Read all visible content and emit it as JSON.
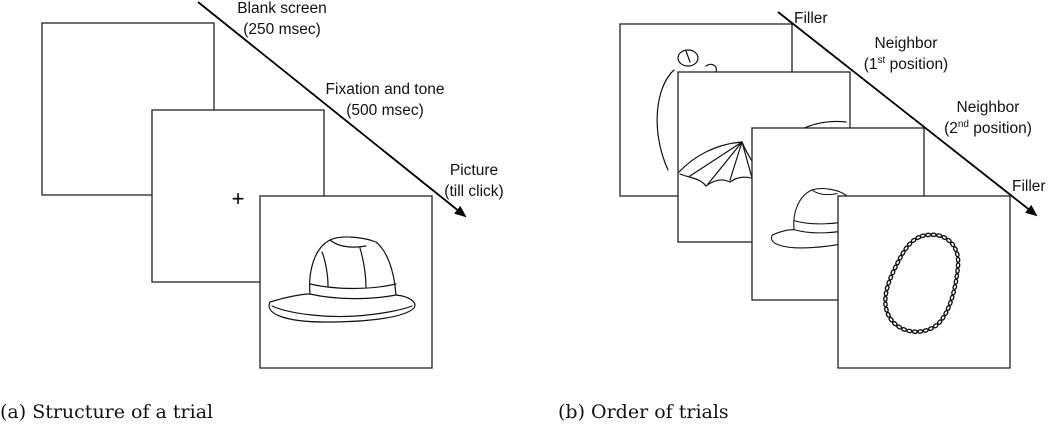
{
  "panel_a": {
    "caption": "(a) Structure of a trial",
    "screens": [
      {
        "name": "Blank screen",
        "duration": "(250 msec)"
      },
      {
        "name": "Fixation and tone",
        "duration": "(500 msec)",
        "symbol": "+"
      },
      {
        "name": "Picture",
        "duration": "(till click)",
        "picture": "hat"
      }
    ]
  },
  "panel_b": {
    "caption": "(b) Order of trials",
    "trials": [
      {
        "label": "Filler",
        "picture": "kettle"
      },
      {
        "label_main": "Neighbor",
        "label_open": "(1",
        "label_sup": "st",
        "label_close": " position)",
        "picture": "bat"
      },
      {
        "label_main": "Neighbor",
        "label_open": "(2",
        "label_sup": "nd",
        "label_close": " position)",
        "picture": "hat"
      },
      {
        "label": "Filler",
        "picture": "necklace"
      }
    ]
  },
  "icons": {
    "arrow_a": "arrow-down-right-icon",
    "arrow_b": "arrow-down-right-icon"
  }
}
